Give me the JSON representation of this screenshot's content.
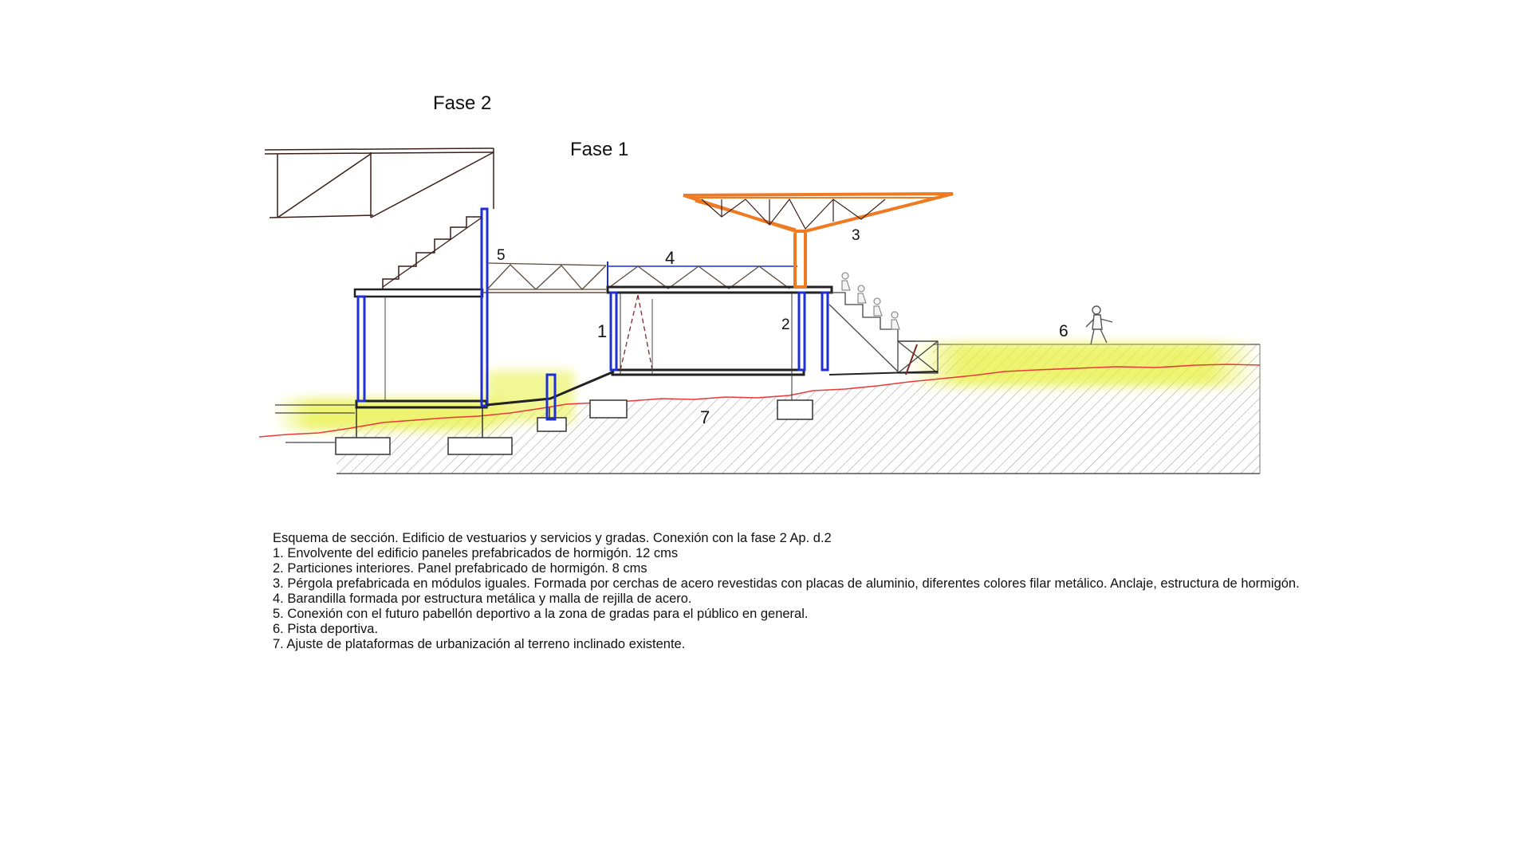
{
  "phases": {
    "phase2": "Fase 2",
    "phase1": "Fase 1"
  },
  "callouts": {
    "n1": "1",
    "n2": "2",
    "n3": "3",
    "n4": "4",
    "n5": "5",
    "n6": "6",
    "n7": "7"
  },
  "legend": {
    "title": "Esquema de sección. Edificio de vestuarios y servicios y gradas. Conexión con la fase 2 Ap. d.2",
    "items": [
      "1. Envolvente del edificio paneles prefabricados de hormigón. 12 cms",
      "2. Particiones interiores. Panel prefabricado de hormigón. 8 cms",
      "3. Pérgola prefabricada en módulos iguales. Formada por cerchas de acero revestidas con placas de aluminio, diferentes colores filar metálico. Anclaje, estructura de hormigón.",
      "4. Barandilla formada por estructura metálica y malla de rejilla de acero.",
      "5. Conexión con el futuro pabellón deportivo a la zona de gradas para el público en general.",
      "6. Pista deportiva.",
      "7. Ajuste de plataformas de urbanización al terreno inclinado existente."
    ]
  },
  "colors": {
    "structure_blue": "#1f2fd6",
    "pergola_orange": "#f07a22",
    "terrain_red": "#e83a3a",
    "highlight_yellow": "#e8f040",
    "line_dark": "#3a1f1a"
  }
}
